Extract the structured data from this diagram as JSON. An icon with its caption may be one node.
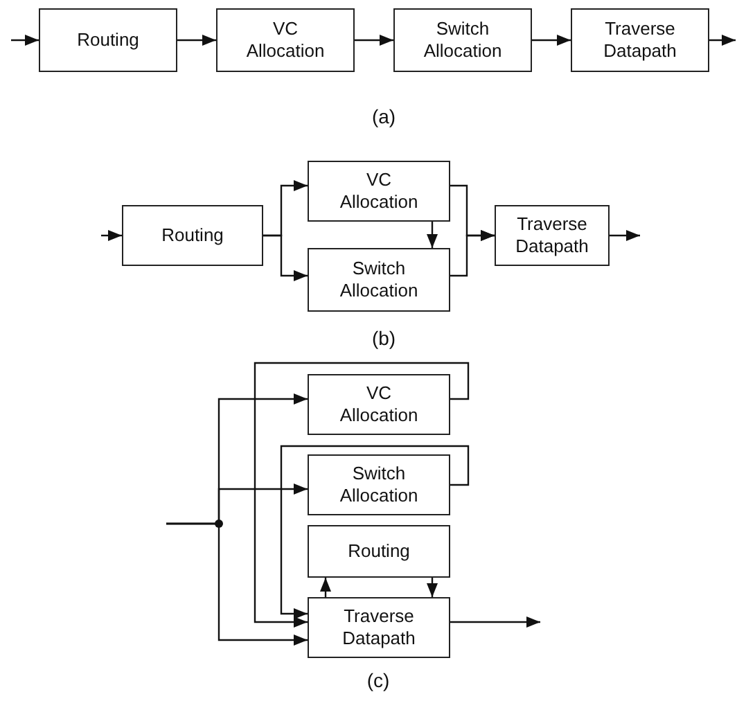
{
  "diagram": {
    "nodes": [
      {
        "text": [
          "Routing"
        ]
      },
      {
        "text": [
          "VC Allocation"
        ]
      },
      {
        "text": [
          "Switch Allocation"
        ]
      },
      {
        "text": [
          "Traverse Datapath"
        ]
      },
      {
        "text": [
          "Routing"
        ]
      },
      {
        "text": [
          "VC Allocation"
        ]
      },
      {
        "text": [
          "Switch Allocation"
        ]
      },
      {
        "text": [
          "Traverse Datapath"
        ]
      },
      {
        "text": [
          "VC Allocation"
        ]
      },
      {
        "text": [
          "Switch Allocation"
        ]
      },
      {
        "text": [
          "Routing"
        ]
      },
      {
        "text": [
          "Traverse Datapath"
        ]
      }
    ],
    "edges": [
      {
        "from": null,
        "to": 0,
        "arrow": "to"
      },
      {
        "from": 0,
        "to": 1,
        "arrow": "to"
      },
      {
        "from": 1,
        "to": 2,
        "arrow": "to"
      },
      {
        "from": 2,
        "to": 3,
        "arrow": "to"
      },
      {
        "from": 3,
        "to": null,
        "arrow": "to"
      },
      {
        "from": null,
        "to": 4,
        "arrow": "to"
      },
      {
        "from": 4,
        "to": 5,
        "arrow": "to"
      },
      {
        "from": 4,
        "to": 6,
        "arrow": "to"
      },
      {
        "from": 5,
        "to": 6,
        "arrow": "to"
      },
      {
        "from": 5,
        "to": 7,
        "arrow": "to"
      },
      {
        "from": 6,
        "to": 7,
        "arrow": "to"
      },
      {
        "from": 7,
        "to": null,
        "arrow": "to"
      },
      {
        "from": null,
        "to": 8,
        "arrow": "to"
      },
      {
        "from": null,
        "to": 9,
        "arrow": "to"
      },
      {
        "from": null,
        "to": 11,
        "arrow": "to"
      },
      {
        "from": 8,
        "to": 11,
        "arrow": "to"
      },
      {
        "from": 9,
        "to": 11,
        "arrow": "to"
      },
      {
        "from": 11,
        "to": 10,
        "arrow": "to"
      },
      {
        "from": 10,
        "to": 11,
        "arrow": "to"
      },
      {
        "from": 11,
        "to": null,
        "arrow": "to"
      }
    ],
    "labels": [
      "(a)",
      "(b)",
      "(c)"
    ]
  }
}
